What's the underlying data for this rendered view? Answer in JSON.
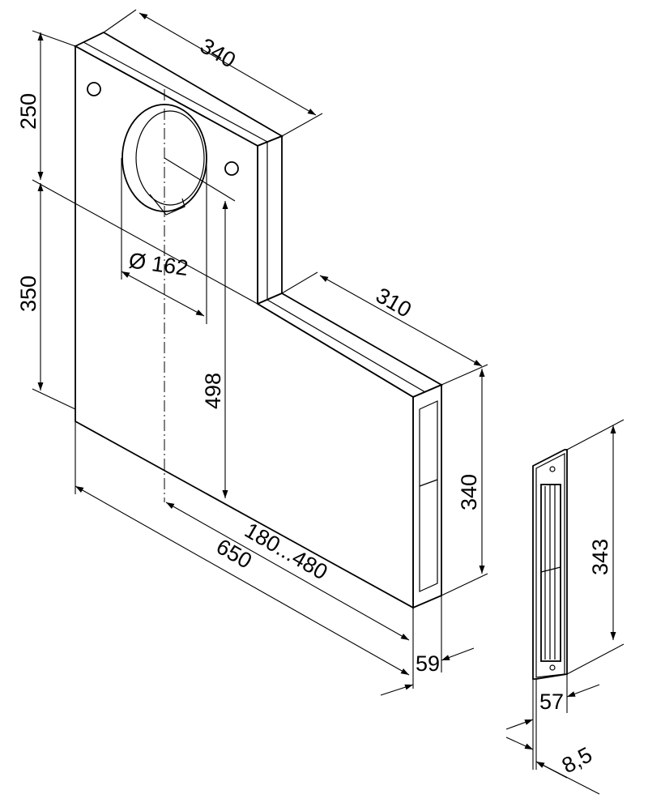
{
  "drawing": {
    "dimensions": {
      "top_width": "340",
      "upper_height": "250",
      "lower_height": "350",
      "duct_diameter": "Ø 162",
      "center_height": "498",
      "lower_depth": "310",
      "side_height": "340",
      "adjust_range": "180...480",
      "total_length": "650",
      "thickness": "59",
      "grille_height": "343",
      "grille_width": "57",
      "grille_depth": "8,5"
    }
  }
}
